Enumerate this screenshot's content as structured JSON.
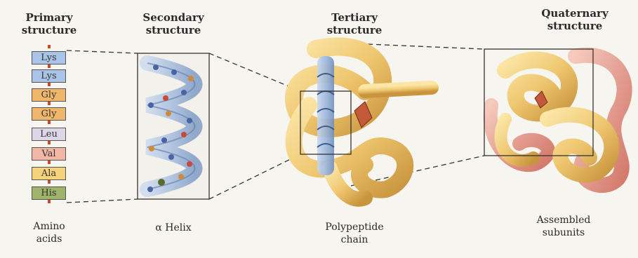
{
  "titles": {
    "primary": [
      "Primary",
      "structure"
    ],
    "secondary": [
      "Secondary",
      "structure"
    ],
    "tertiary": [
      "Tertiary",
      "structure"
    ],
    "quaternary": [
      "Quaternary",
      "structure"
    ]
  },
  "amino_acids": [
    {
      "label": "Lys",
      "color": "#a9c4e6"
    },
    {
      "label": "Lys",
      "color": "#a9c4e6"
    },
    {
      "label": "Gly",
      "color": "#f0b66a"
    },
    {
      "label": "Gly",
      "color": "#f0b66a"
    },
    {
      "label": "Leu",
      "color": "#dcd6e6"
    },
    {
      "label": "Val",
      "color": "#f2b7a4"
    },
    {
      "label": "Ala",
      "color": "#f5d27c"
    },
    {
      "label": "His",
      "color": "#9fb36a"
    }
  ],
  "captions": {
    "amino_acids": [
      "Amino",
      "acids"
    ],
    "alpha_helix": [
      "α Helix"
    ],
    "polypeptide_chain": [
      "Polypeptide",
      "chain"
    ],
    "assembled_subunits": [
      "Assembled",
      "subunits"
    ]
  },
  "colors": {
    "connector": "#c94a2a",
    "helix": "#9db7dc",
    "chain": "#efc770",
    "subunit_pink": "#e49b8c"
  }
}
